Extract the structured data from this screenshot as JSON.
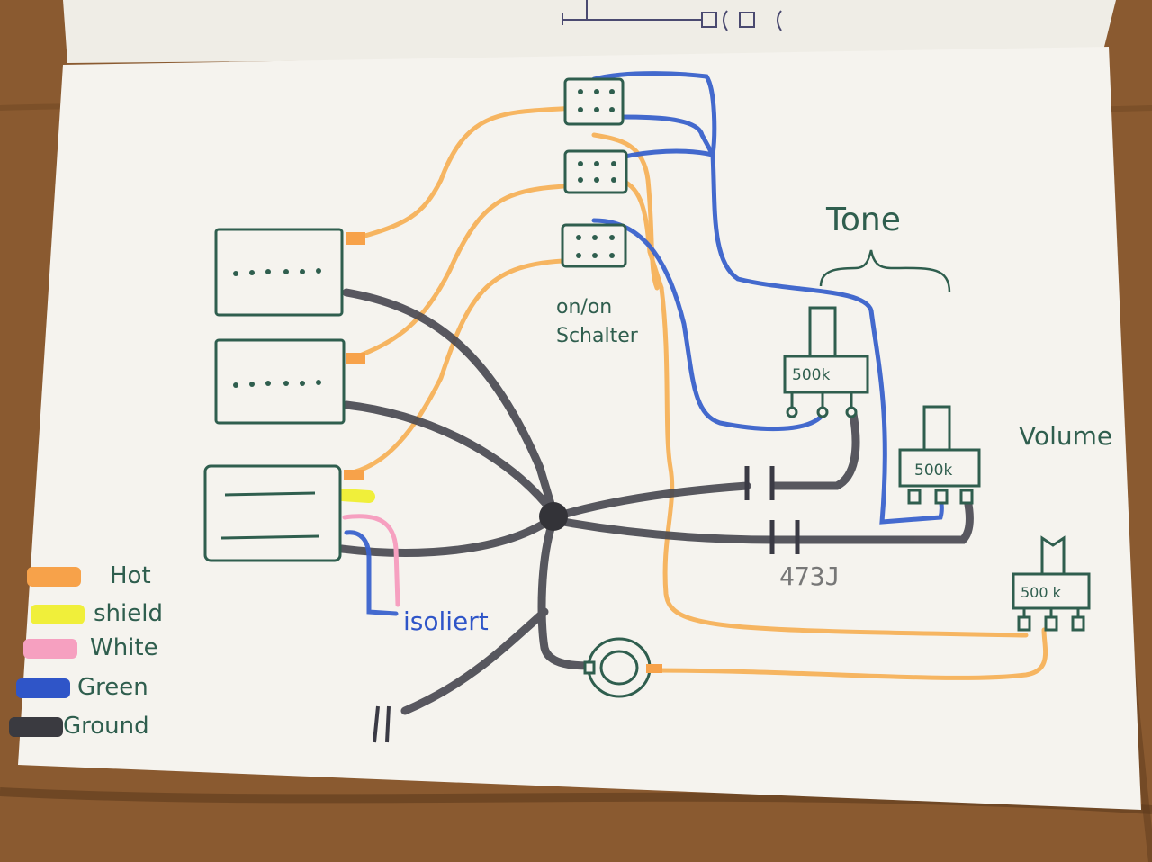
{
  "labels": {
    "tone": "Tone",
    "volume": "Volume",
    "switch_line1": "on/on",
    "switch_line2": "Schalter",
    "pot_tone": "500k",
    "pot_volume_top": "500k",
    "pot_volume_bottom": "500 k",
    "isolated": "isoliert",
    "capacitor": "473J"
  },
  "legend": [
    {
      "label": "Hot",
      "color": "#f7a24a"
    },
    {
      "label": "shield",
      "color": "#f0ef3a"
    },
    {
      "label": "White",
      "color": "#f6a0c0"
    },
    {
      "label": "Green",
      "color": "#2f55c8"
    },
    {
      "label": "Ground",
      "color": "#3a3a40"
    }
  ],
  "colors": {
    "paper": "#f4f2ec",
    "ink": "#2f5e4e",
    "hot": "#f7b25a",
    "ground": "#4a4a52",
    "green": "#3a62cc",
    "shield": "#f0ef3a",
    "white": "#f6a0c0"
  }
}
